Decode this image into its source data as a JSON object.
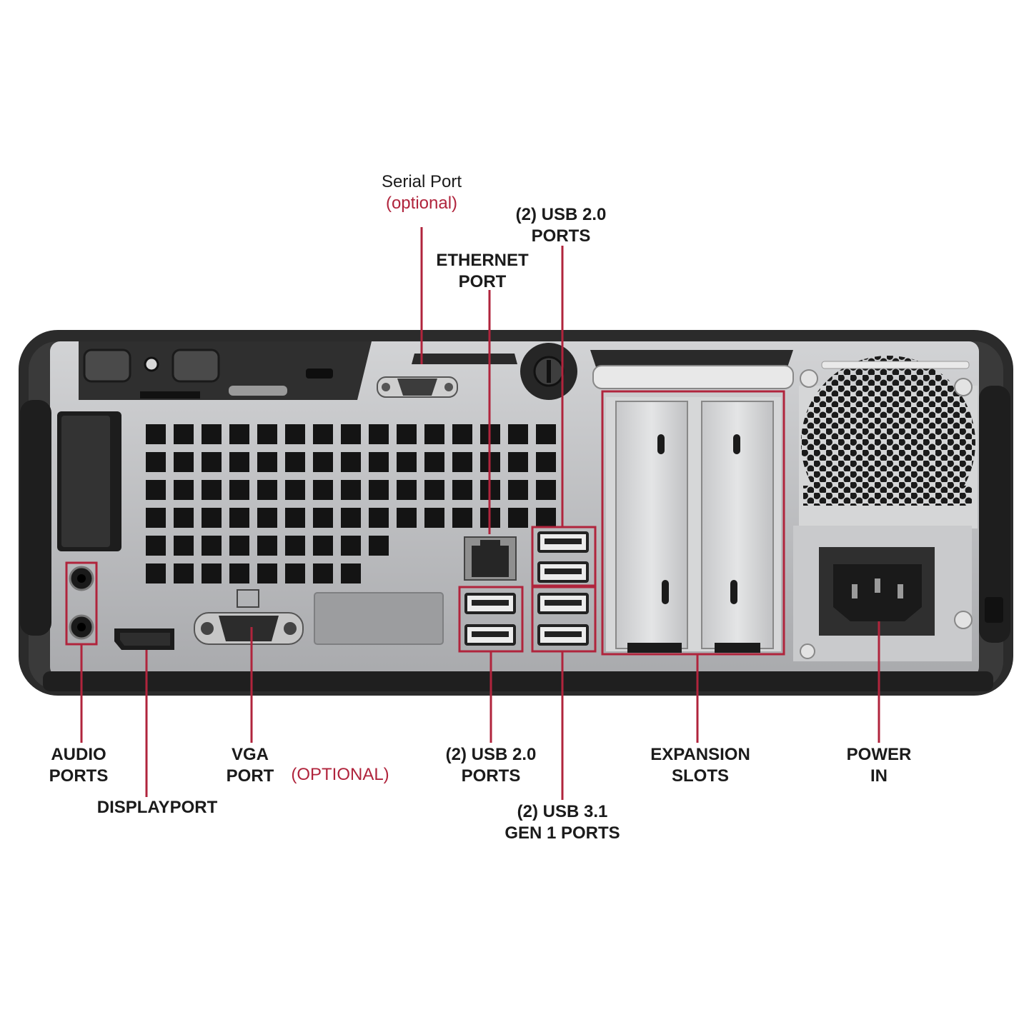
{
  "labels": {
    "serial_port": {
      "line1": "Serial Port",
      "line2": "(optional)"
    },
    "usb20_top": {
      "line1": "(2) USB 2.0",
      "line2": "PORTS"
    },
    "ethernet": {
      "line1": "ETHERNET",
      "line2": "PORT"
    },
    "audio": {
      "line1": "AUDIO",
      "line2": "PORTS"
    },
    "displayport": {
      "line1": "DISPLAYPORT"
    },
    "vga": {
      "line1": "VGA",
      "line2": "PORT",
      "optional": "(OPTIONAL)"
    },
    "usb20_bottom": {
      "line1": "(2) USB 2.0",
      "line2": "PORTS"
    },
    "usb31": {
      "line1": "(2) USB 3.1",
      "line2": "GEN 1 PORTS"
    },
    "expansion": {
      "line1": "EXPANSION",
      "line2": "SLOTS"
    },
    "power": {
      "line1": "POWER",
      "line2": "IN"
    }
  },
  "colors": {
    "callout": "#b0243c",
    "chassis_frame": "#2b2b2b",
    "panel": "#bfc0c2",
    "vent": "#141414",
    "label_text": "#1b1b1b"
  }
}
